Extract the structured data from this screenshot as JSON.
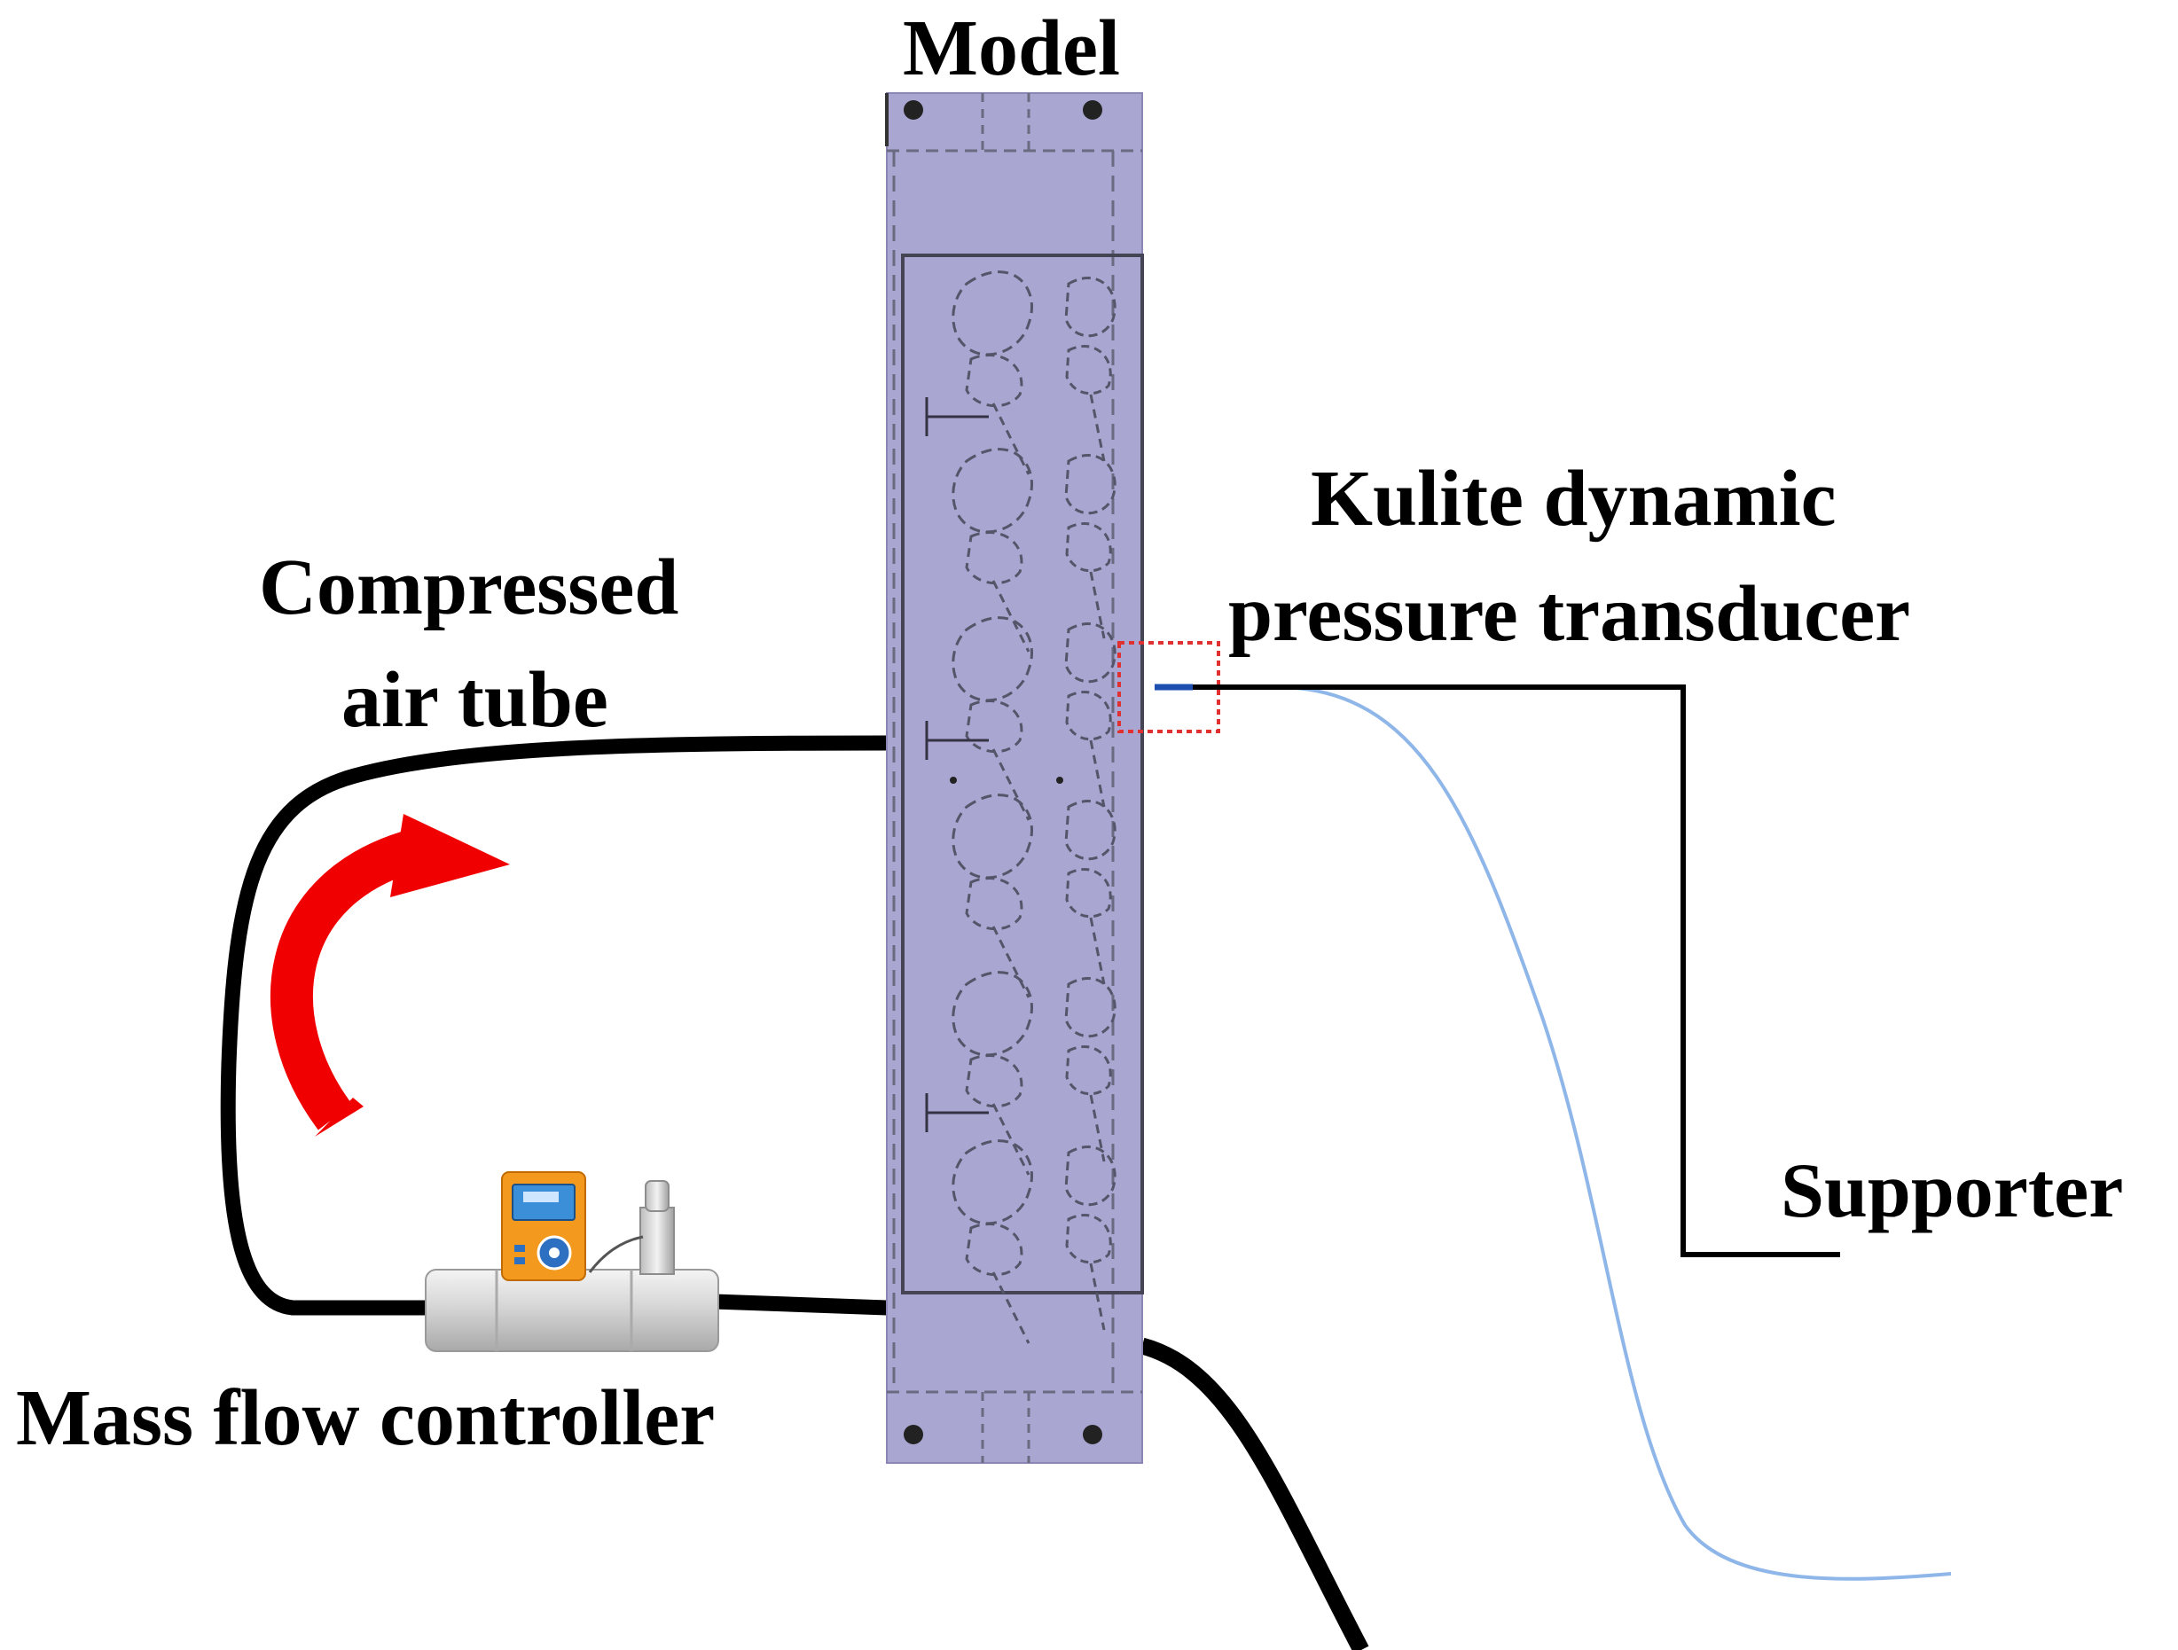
{
  "labels": {
    "model": "Model",
    "kulite_line1": "Kulite dynamic",
    "kulite_line2": "pressure transducer",
    "compressed_line1": "Compressed",
    "compressed_line2": "air tube",
    "supporter": "Supporter",
    "mass_flow_controller": "Mass flow controller"
  },
  "colors": {
    "model_fill": "#a9a6d1",
    "model_outline": "#555566",
    "tube": "#000000",
    "cable": "#8fb6e8",
    "arrow": "#f00000",
    "highlight_box": "#e03030",
    "controller_body": "#f39a1e",
    "controller_screen": "#3b8fd9",
    "controller_pipe": "#d9d9d9"
  },
  "icons": {
    "flow_direction": "curved-arrow-icon",
    "controller": "mass-flow-controller-icon"
  }
}
